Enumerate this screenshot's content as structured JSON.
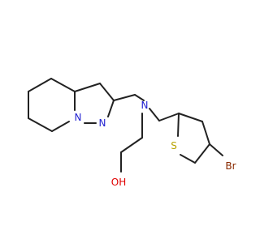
{
  "molecule": {
    "bond_color": "#222222",
    "atoms": {
      "nitrogen_pyrazole_1": {
        "symbol": "N",
        "color": "#1f1fd1"
      },
      "nitrogen_pyrazole_2": {
        "symbol": "N",
        "color": "#1f1fd1"
      },
      "nitrogen_amine": {
        "symbol": "N",
        "color": "#1f1fd1"
      },
      "sulfur": {
        "symbol": "S",
        "color": "#b8a300"
      },
      "bromine": {
        "symbol": "Br",
        "color": "#8a2a00"
      },
      "oxygen_hydroxyl": {
        "symbol": "OH",
        "color": "#e00000"
      }
    }
  }
}
